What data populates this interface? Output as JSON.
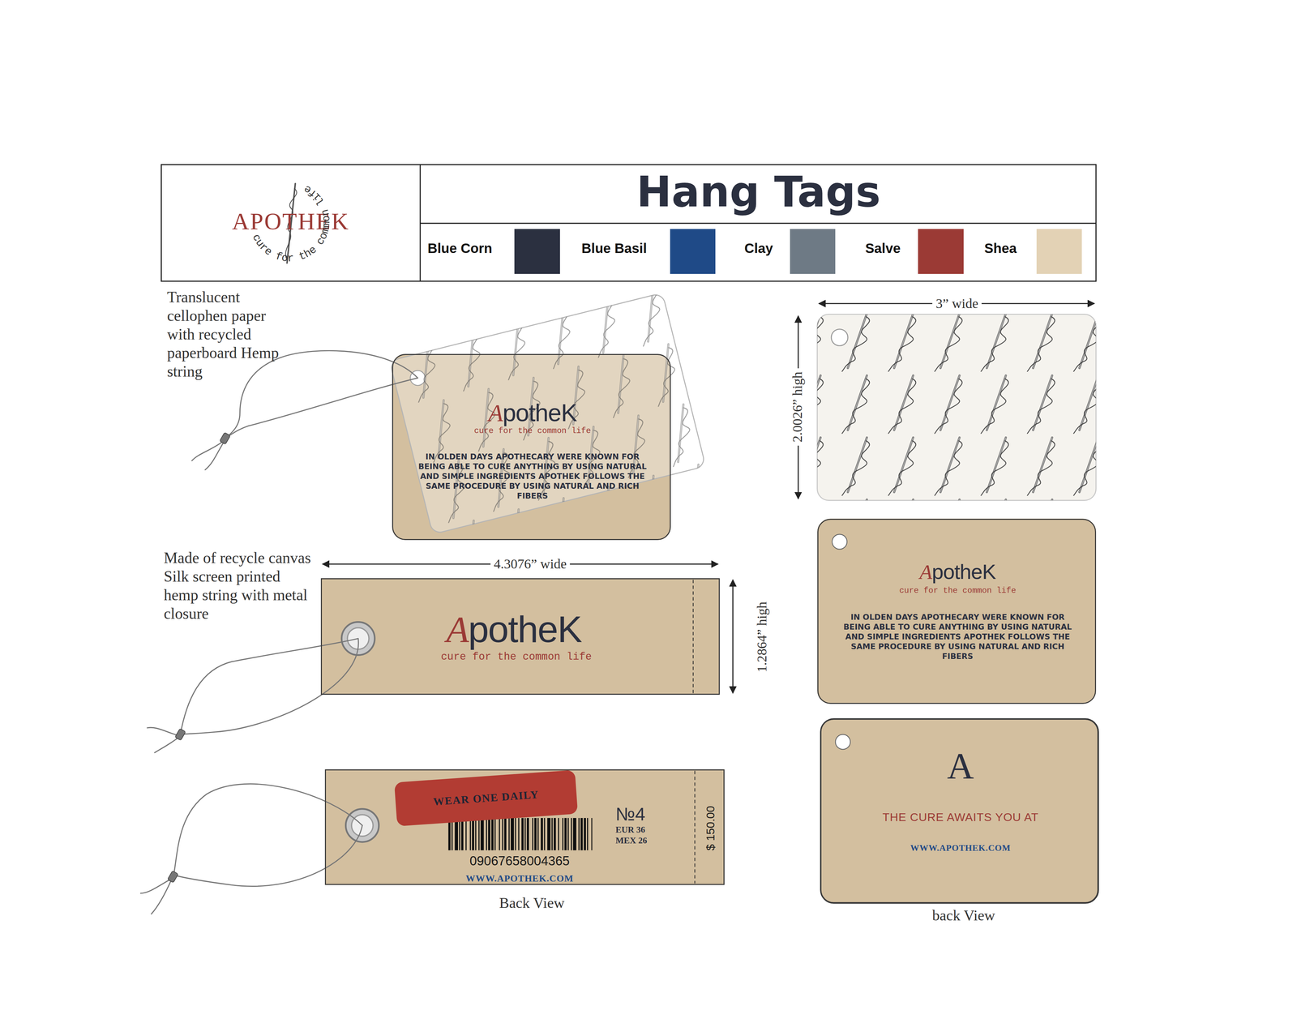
{
  "diagram": {
    "title": "Hang Tags",
    "nodes": [
      {
        "text": [
          "APOTHEK",
          "cure for the common life"
        ]
      },
      {
        "text": [
          "ApotheK",
          "cure for the common life",
          "IN OLDEN DAYS APOTHECARY WERE KNOWN FOR BEING ABLE TO CURE ANYTHING BY USING NATURAL AND SIMPLE INGREDIENTS APOTHEK FOLLOWS THE SAME PROCEDURE BY USING NATURAL AND RICH FIBERS"
        ]
      },
      {
        "text": [
          "ApotheK",
          "cure for the common life"
        ]
      },
      {
        "text": [
          "ApotheK",
          "cure for the common life",
          "IN OLDEN DAYS APOTHECARY WERE KNOWN FOR BEING ABLE TO CURE ANYTHING BY USING NATURAL AND SIMPLE INGREDIENTS APOTHEK FOLLOWS THE SAME PROCEDURE BY USING NATURAL AND RICH FIBERS"
        ]
      },
      {
        "text": [
          "09067658004365",
          "WWW.APOTHEK.COM",
          "№4",
          "EUR 36",
          "MEX 26",
          "$ 150.00"
        ]
      },
      {
        "text": [
          "WEAR ONE DAILY"
        ],
        "in": 4
      },
      {
        "text": [
          "A",
          "THE CURE AWAITS YOU AT",
          "WWW.APOTHEK.COM"
        ]
      }
    ],
    "labels": [
      "Translucent cellophen paper with recycled paperboard Hemp string",
      "3” wide",
      "2.0026” high",
      "Made of recycle canvas Silk screen printed hemp string with metal closure",
      "4.3076” wide",
      "1.2864” high",
      "Back View",
      "back View"
    ],
    "legend": [
      {
        "text": "Blue Corn",
        "color": "#2b3040"
      },
      {
        "text": "Blue Basil",
        "color": "#1f4a87"
      },
      {
        "text": "Clay",
        "color": "#6e7a85"
      },
      {
        "text": "Salve",
        "color": "#9b3a35"
      },
      {
        "text": "Shea",
        "color": "#e3d2b5"
      }
    ]
  }
}
